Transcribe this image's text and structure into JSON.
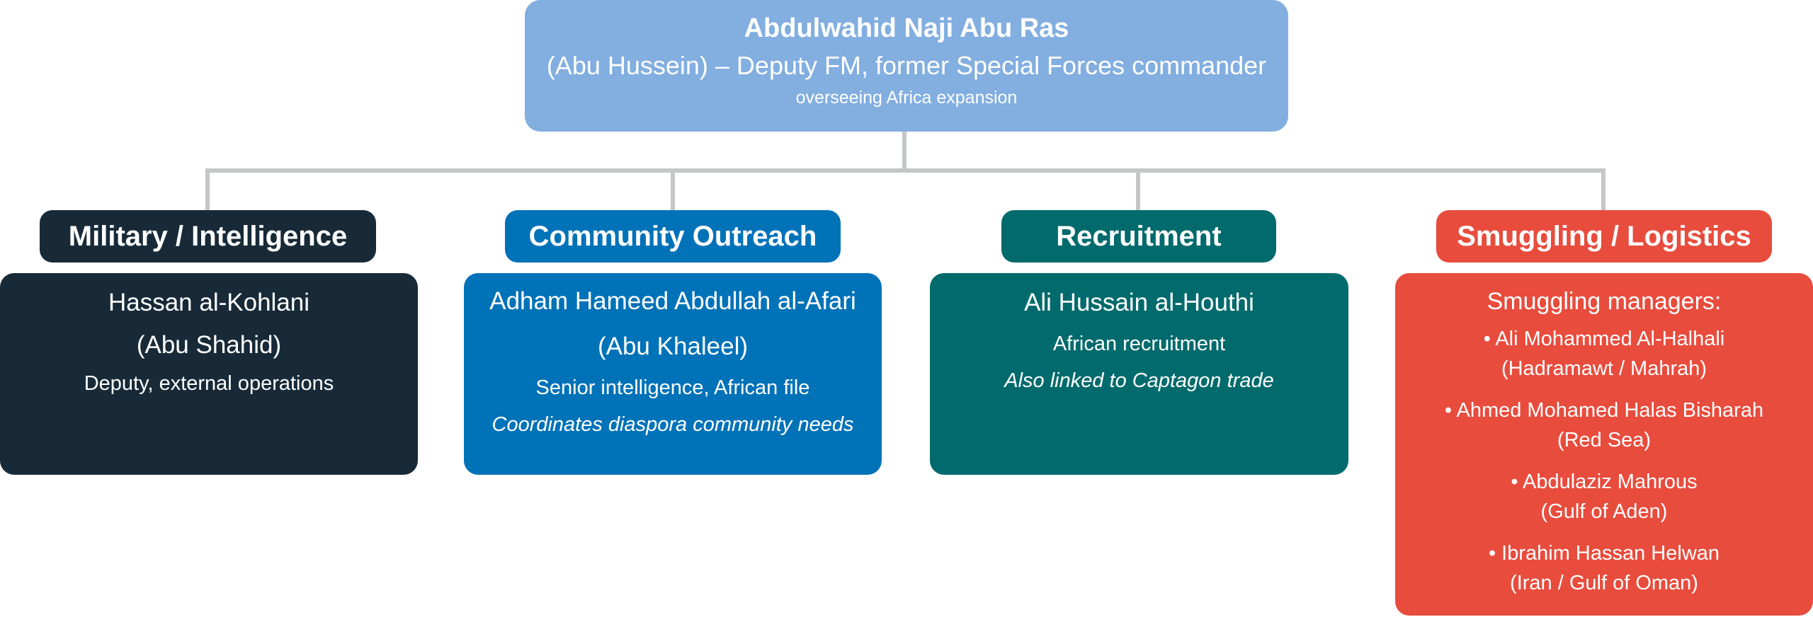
{
  "top": {
    "name": "Abdulwahid Naji Abu Ras",
    "role": "(Abu Hussein) – Deputy FM, former Special Forces commander",
    "note": "overseeing Africa expansion"
  },
  "branches": [
    {
      "header": "Military / Intelligence",
      "name": "Hassan al-Kohlani",
      "alias": "(Abu Shahid)",
      "detail": "Deputy, external operations",
      "colors": {
        "header": "#182a38",
        "box": "#182a38"
      }
    },
    {
      "header": "Community Outreach",
      "name": "Adham Hameed Abdullah al-Afari",
      "alias": "(Abu Khaleel)",
      "detail": "Senior intelligence, African file",
      "note": "Coordinates diaspora community needs",
      "colors": {
        "header": "#0072b8",
        "box": "#0072b8"
      }
    },
    {
      "header": "Recruitment",
      "name": "Ali Hussain al-Houthi",
      "detail": "African recruitment",
      "note": "Also linked to Captagon trade",
      "colors": {
        "header": "#006a6c",
        "box": "#006a6c"
      }
    },
    {
      "header": "Smuggling / Logistics",
      "title": "Smuggling managers:",
      "items": [
        {
          "name": "• Ali Mohammed Al-Halhali",
          "region": "(Hadramawt / Mahrah)"
        },
        {
          "name": "• Ahmed Mohamed Halas Bisharah",
          "region": "(Red Sea)"
        },
        {
          "name": "• Abdulaziz Mahrous",
          "region": "(Gulf of Aden)"
        },
        {
          "name": "• Ibrahim Hassan Helwan",
          "region": "(Iran / Gulf of Oman)"
        }
      ],
      "colors": {
        "header": "#e84c3d",
        "box": "#e84c3d"
      }
    }
  ],
  "colors": {
    "top_box": "#82aee0",
    "connector": "#c4c6c8"
  }
}
